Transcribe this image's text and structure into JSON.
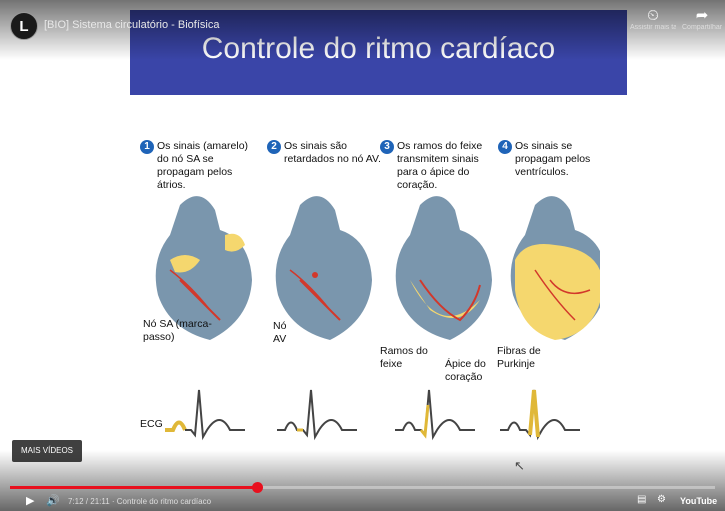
{
  "player": {
    "title": "[BIO] Sistema circulatório - Biofísica",
    "channel_initial": "L",
    "watch_later_caption": "Assistir mais tarde",
    "share_caption": "Compartilhar",
    "more_videos": "MAIS VÍDEOS",
    "time": "7:12 / 21:11 · Controle do ritmo cardíaco",
    "youtube": "YouTube",
    "progress_fraction": 0.35,
    "accent": "#e8101e"
  },
  "slide": {
    "title": "Controle do ritmo cardíaco",
    "banner_color": "#3a45a8",
    "steps": [
      {
        "num": "1",
        "text": "Os sinais (amarelo) do nó SA se propagam pelos átrios."
      },
      {
        "num": "2",
        "text": "Os sinais são retardados no nó AV."
      },
      {
        "num": "3",
        "text": "Os ramos do feixe transmitem sinais para o ápice do coração."
      },
      {
        "num": "4",
        "text": "Os sinais se propagam pelos ventrículos."
      }
    ],
    "labels": {
      "sa": "Nó SA (marca-passo)",
      "av": "Nó AV",
      "ramos": "Ramos do feixe",
      "apice": "Ápice do coração",
      "fibras": "Fibras de Purkinje",
      "ecg": "ECG"
    },
    "signal_color": "#f5d76e",
    "heart_color": "#7a96ad"
  }
}
